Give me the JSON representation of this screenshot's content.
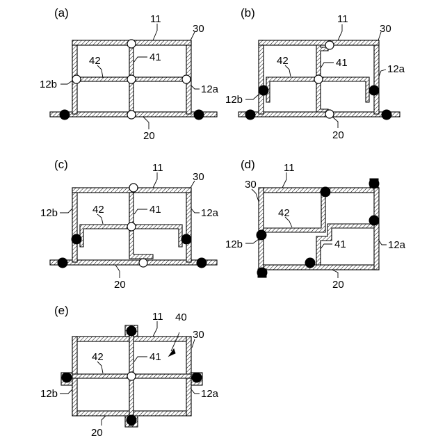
{
  "panels": {
    "a": {
      "title": "(a)",
      "labels": {
        "n11": "11",
        "n30": "30",
        "n42": "42",
        "n41": "41",
        "n12b": "12b",
        "n12a": "12a",
        "n20": "20"
      }
    },
    "b": {
      "title": "(b)",
      "labels": {
        "n11": "11",
        "n30": "30",
        "n42": "42",
        "n41": "41",
        "n12a": "12a",
        "n12b": "12b",
        "n20": "20"
      }
    },
    "c": {
      "title": "(c)",
      "labels": {
        "n11": "11",
        "n30": "30",
        "n12b": "12b",
        "n42": "42",
        "n41": "41",
        "n12a": "12a",
        "n20": "20"
      }
    },
    "d": {
      "title": "(d)",
      "labels": {
        "n11": "11",
        "n30": "30",
        "n42": "42",
        "n41": "41",
        "n12b": "12b",
        "n12a": "12a",
        "n20": "20"
      }
    },
    "e": {
      "title": "(e)",
      "labels": {
        "n11": "11",
        "n40": "40",
        "n30": "30",
        "n42": "42",
        "n41": "41",
        "n12b": "12b",
        "n12a": "12a",
        "n20": "20"
      }
    }
  },
  "legend_colors": {
    "filled_joint": "#000000",
    "open_joint": "#ffffff"
  }
}
